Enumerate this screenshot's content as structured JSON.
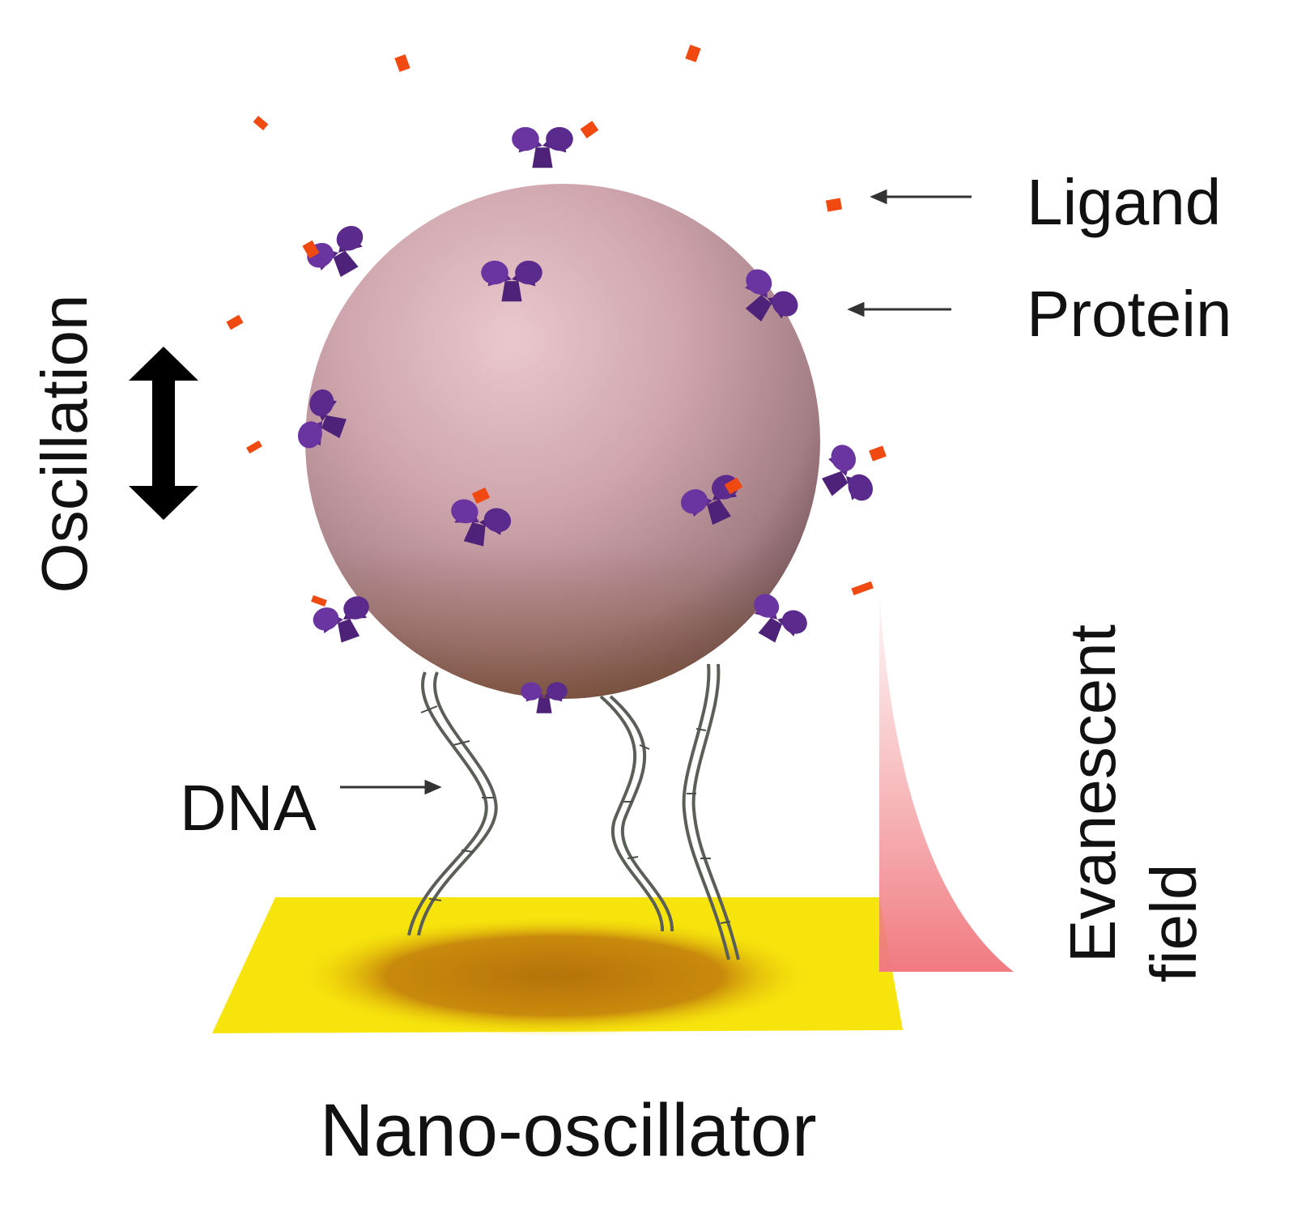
{
  "labels": {
    "ligand": "Ligand",
    "protein": "Protein",
    "oscillation": "Oscillation",
    "dna": "DNA",
    "evanescent": "Evanescent",
    "field": "field",
    "nano_oscillator": "Nano-oscillator"
  },
  "colors": {
    "sphere": "#c49aa2",
    "protein": "#5b2a8a",
    "ligand": "#f04a12",
    "substrate": "#f5e10a",
    "substrate_shadow": "#b97a08",
    "evanescent_field": "#f08a8e",
    "dna": "#5a5f58",
    "arrow": "#000000"
  },
  "icons": {
    "oscillation_arrow": "double-vertical-arrow-icon",
    "protein": "bowtie-protein-icon",
    "ligand": "red-block-icon"
  }
}
